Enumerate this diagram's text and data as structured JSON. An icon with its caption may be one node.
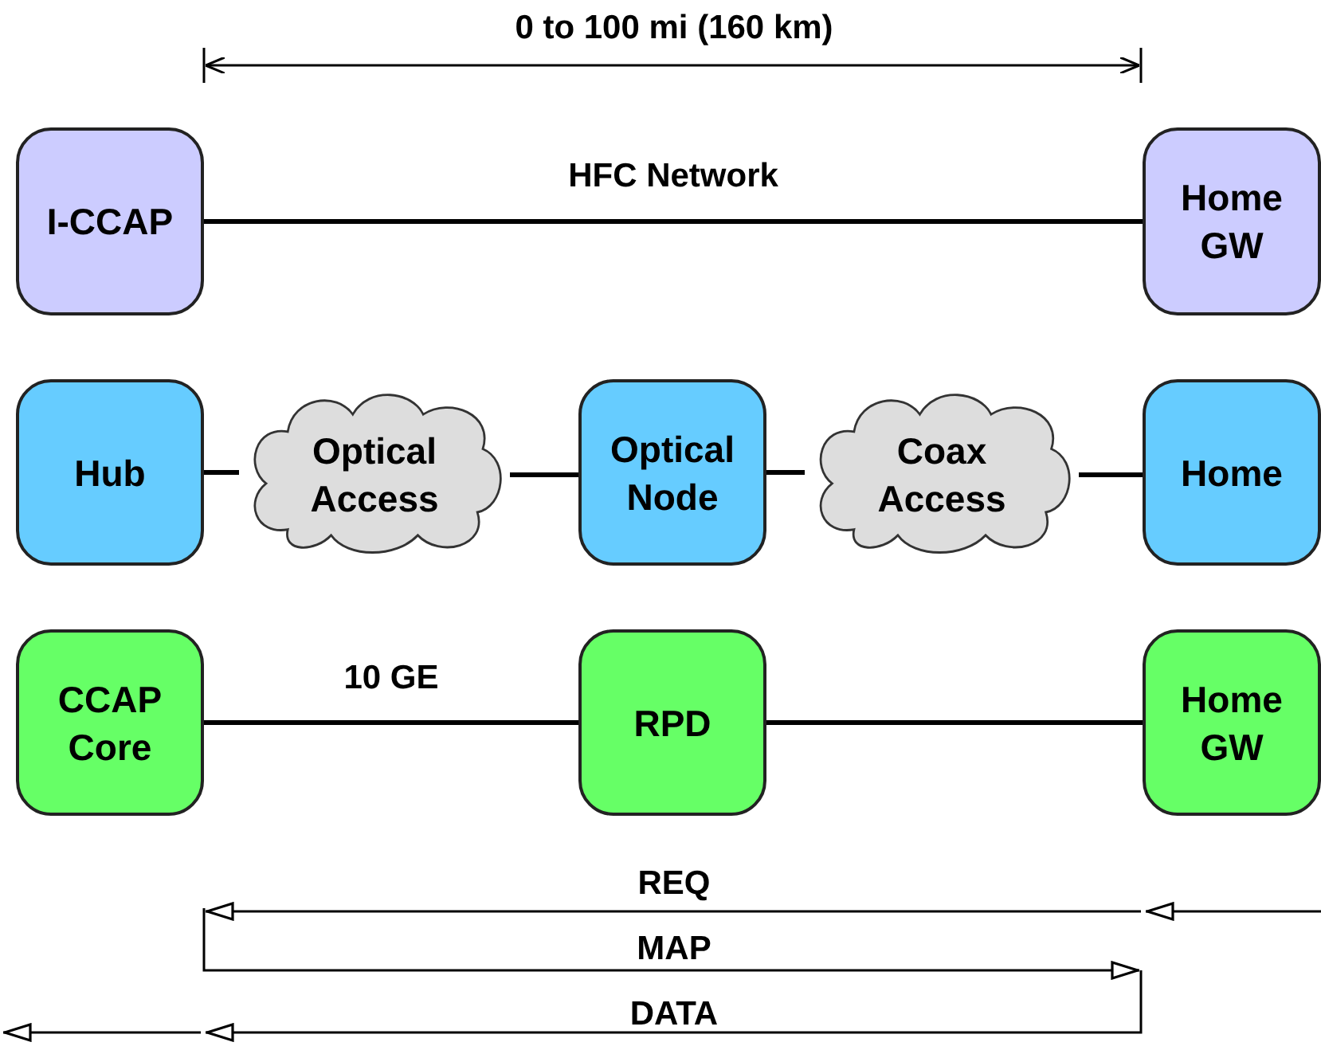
{
  "diagram": {
    "nodes": [
      {
        "text": [
          "I-CCAP"
        ]
      },
      {
        "text": [
          "Home GW"
        ]
      },
      {
        "text": [
          "Hub"
        ]
      },
      {
        "text": [
          "Optical Access"
        ]
      },
      {
        "text": [
          "Optical Node"
        ]
      },
      {
        "text": [
          "Coax Access"
        ]
      },
      {
        "text": [
          "Home"
        ]
      },
      {
        "text": [
          "CCAP Core"
        ]
      },
      {
        "text": [
          "RPD"
        ]
      },
      {
        "text": [
          "Home GW"
        ]
      }
    ],
    "edges": [
      {
        "from": 0,
        "to": 1,
        "arrow": "none",
        "label": "HFC Network"
      },
      {
        "from": 2,
        "to": 3,
        "arrow": "none"
      },
      {
        "from": 3,
        "to": 4,
        "arrow": "none"
      },
      {
        "from": 4,
        "to": 5,
        "arrow": "none"
      },
      {
        "from": 5,
        "to": 6,
        "arrow": "none"
      },
      {
        "from": 7,
        "to": 8,
        "arrow": "none",
        "label": "10 GE"
      },
      {
        "from": 8,
        "to": 9,
        "arrow": "none"
      }
    ],
    "labels": [
      "0 to 100 mi (160 km)",
      "REQ",
      "MAP",
      "DATA"
    ]
  }
}
